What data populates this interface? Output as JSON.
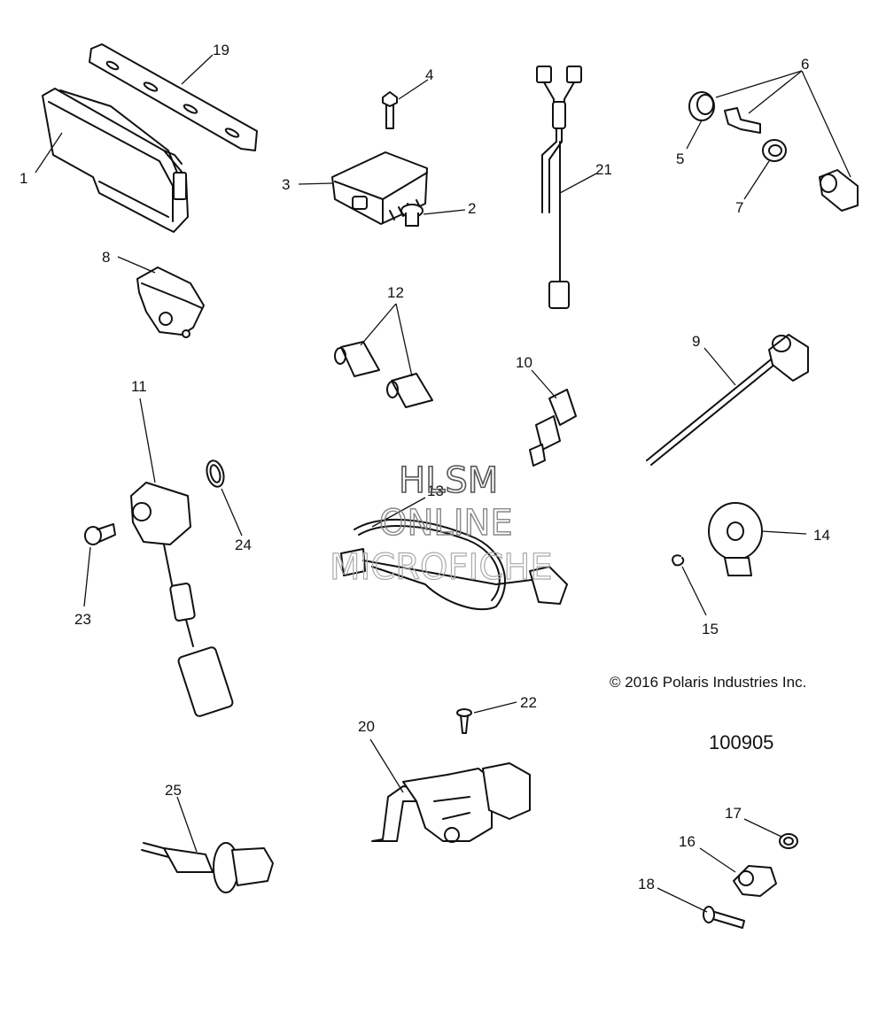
{
  "callouts": {
    "c1": "1",
    "c2": "2",
    "c3": "3",
    "c4": "4",
    "c5": "5",
    "c6": "6",
    "c7": "7",
    "c8": "8",
    "c9": "9",
    "c10": "10",
    "c11": "11",
    "c12": "12",
    "c13": "13",
    "c14": "14",
    "c15": "15",
    "c16": "16",
    "c17": "17",
    "c18": "18",
    "c19": "19",
    "c20": "20",
    "c21": "21",
    "c22": "22",
    "c23": "23",
    "c24": "24",
    "c25": "25"
  },
  "watermark": {
    "line1": "HLSM",
    "line2": "ONLINE",
    "line3": "MICROFICHE"
  },
  "copyright": "© 2016 Polaris Industries Inc.",
  "reference_number": "100905"
}
